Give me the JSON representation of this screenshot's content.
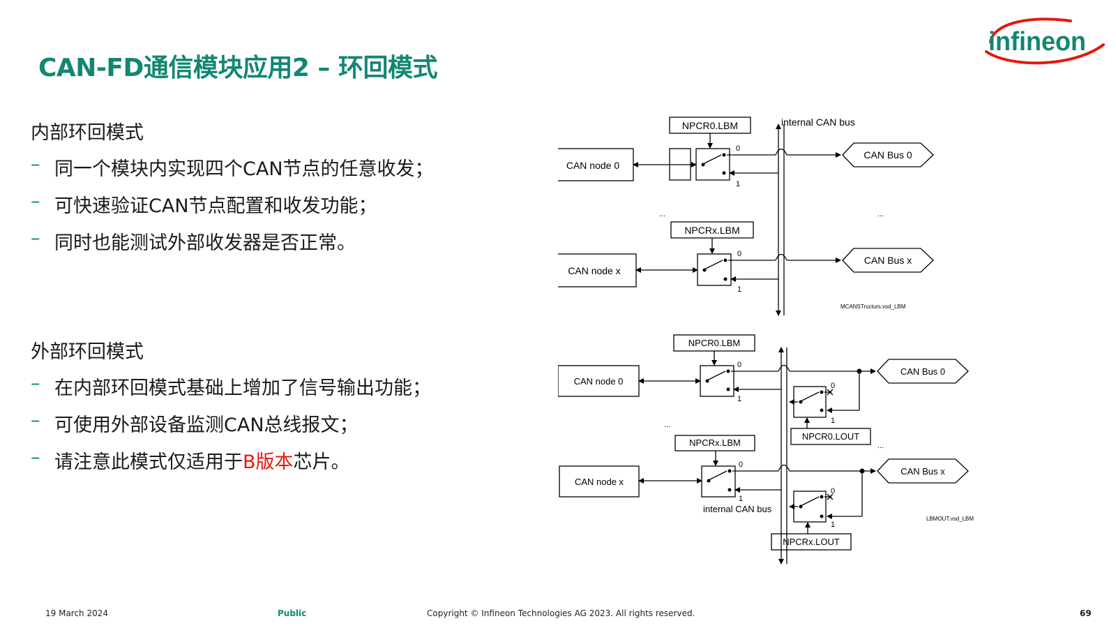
{
  "slide": {
    "title": "CAN-FD通信模块应用2 – 环回模式",
    "logo_text": "infineon",
    "brand_color": "#128673",
    "accent_color": "#e8170e"
  },
  "section1": {
    "heading": "内部环回模式",
    "dash": "–",
    "bullets": [
      "同一个模块内实现四个CAN节点的任意收发；",
      "可快速验证CAN节点配置和收发功能；",
      "同时也能测试外部收发器是否正常。"
    ]
  },
  "section2": {
    "heading": "外部环回模式",
    "bullets": [
      "在内部环回模式基础上增加了信号输出功能；",
      "可使用外部设备监测CAN总线报文；"
    ],
    "bullet3_prefix": "请注意此模式仅适用于",
    "bullet3_highlight": "B版本",
    "bullet3_suffix": "芯片。"
  },
  "diagram1": {
    "bus_label": "internal CAN bus",
    "reg0": "NPCR0.LBM",
    "regx": "NPCRx.LBM",
    "node0": "CAN node 0",
    "nodex": "CAN node x",
    "bus0": "CAN Bus 0",
    "busx": "CAN Bus x",
    "sw0": "0",
    "sw1": "1",
    "ellipsis": "...",
    "caption": "MCANSTructurs.vsd_LBM"
  },
  "diagram2": {
    "bus_label": "internal CAN bus",
    "reg0": "NPCR0.LBM",
    "regx": "NPCRx.LBM",
    "lout0": "NPCR0.LOUT",
    "loutx": "NPCRx.LOUT",
    "node0": "CAN node 0",
    "nodex": "CAN node x",
    "bus0": "CAN Bus 0",
    "busx": "CAN Bus x",
    "sw0": "0",
    "sw1": "1",
    "ellipsis": "...",
    "caption": "LBMOUT.vsd_LBM"
  },
  "footer": {
    "date": "19 March 2024",
    "classification": "Public",
    "copyright": "Copyright © Infineon Technologies AG 2023. All rights reserved.",
    "page": "69"
  }
}
